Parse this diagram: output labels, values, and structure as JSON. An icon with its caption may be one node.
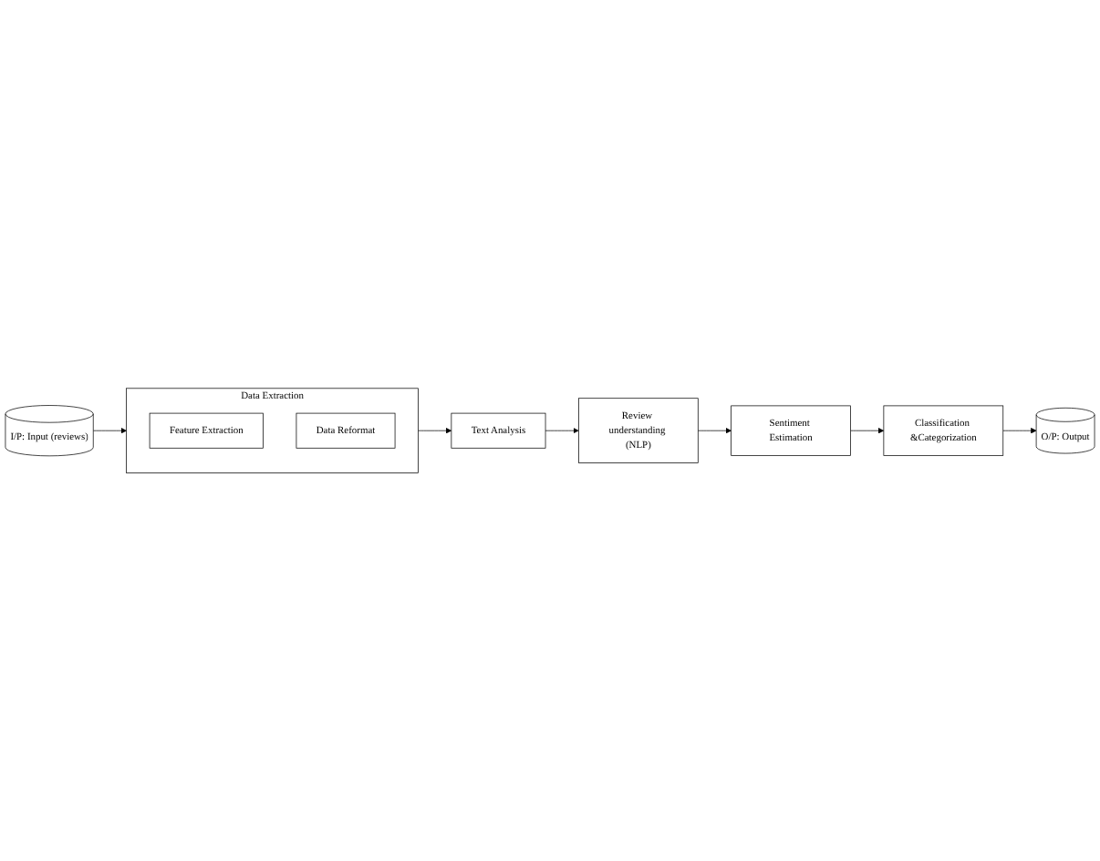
{
  "diagram": {
    "nodes": [
      {
        "text": [
          "I/P: Input (reviews)"
        ]
      },
      {
        "text": [
          "Data Extraction"
        ]
      },
      {
        "text": [
          "Feature Extraction"
        ],
        "in": 1
      },
      {
        "text": [
          "Data Reformat"
        ],
        "in": 1
      },
      {
        "text": [
          "Text Analysis"
        ]
      },
      {
        "text": [
          "Review understanding (NLP)"
        ]
      },
      {
        "text": [
          "Sentiment Estimation"
        ]
      },
      {
        "text": [
          "Classification &Categorization"
        ]
      },
      {
        "text": [
          "O/P: Output"
        ]
      }
    ],
    "edges": [
      {
        "from": 0,
        "to": 1,
        "arrow": "to"
      },
      {
        "from": 1,
        "to": 4,
        "arrow": "to"
      },
      {
        "from": 4,
        "to": 5,
        "arrow": "to"
      },
      {
        "from": 5,
        "to": 6,
        "arrow": "to"
      },
      {
        "from": 6,
        "to": 7,
        "arrow": "to"
      },
      {
        "from": 7,
        "to": 8,
        "arrow": "to"
      }
    ]
  }
}
